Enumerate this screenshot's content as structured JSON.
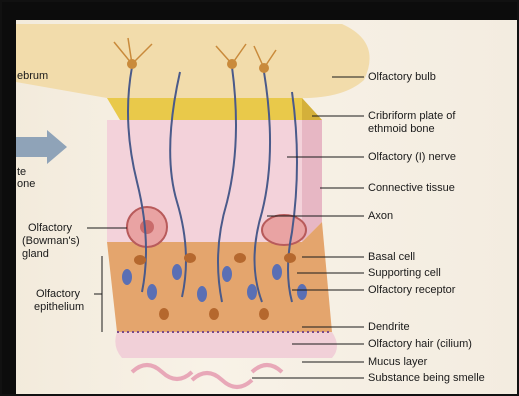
{
  "left_labels": {
    "cerebrum_fragment": "ebrum",
    "bone_fragment_1": "te",
    "bone_fragment_2": "one",
    "olfactory_gland_1": "Olfactory",
    "olfactory_gland_2": "(Bowman's)",
    "olfactory_gland_3": "gland",
    "olfactory_epithelium_1": "Olfactory",
    "olfactory_epithelium_2": "epithelium"
  },
  "right_labels": {
    "olfactory_bulb": "Olfactory bulb",
    "cribriform_1": "Cribriform plate of",
    "cribriform_2": "ethmoid bone",
    "olfactory_nerve": "Olfactory (I) nerve",
    "connective_tissue": "Connective tissue",
    "axon": "Axon",
    "basal_cell": "Basal cell",
    "supporting_cell": "Supporting cell",
    "olfactory_receptor": "Olfactory receptor",
    "dendrite": "Dendrite",
    "olfactory_hair": "Olfactory hair (cilium)",
    "mucus_layer": "Mucus layer",
    "substance_smelled": "Substance being smelle"
  },
  "colors": {
    "bulb": "#f0d9a4",
    "cribriform": "#e8c63f",
    "tissue": "#f2c8d0",
    "epithelium": "#e8a96a",
    "receptor": "#5a6fb4",
    "neuron": "#c98a3b",
    "arrow": "#8fa3b8"
  }
}
